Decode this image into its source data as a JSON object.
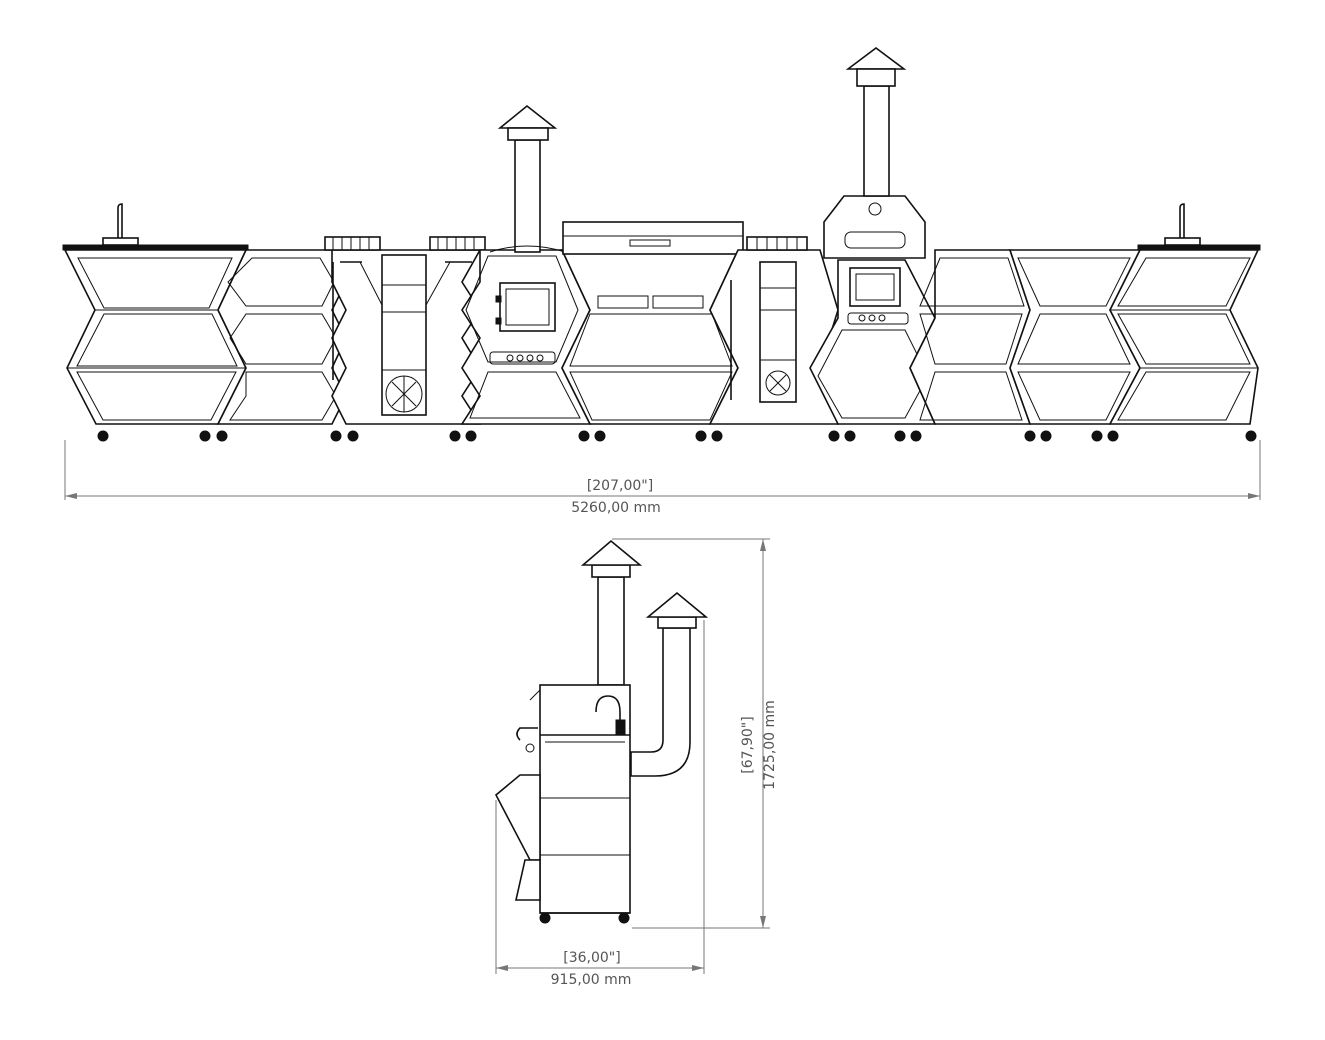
{
  "front_view": {
    "width_inches": "[207,00\"]",
    "width_mm": "5260,00 mm"
  },
  "side_view": {
    "height_inches": "[67,90\"]",
    "height_mm": "1725,00 mm",
    "depth_inches": "[36,00\"]",
    "depth_mm": "915,00 mm"
  }
}
